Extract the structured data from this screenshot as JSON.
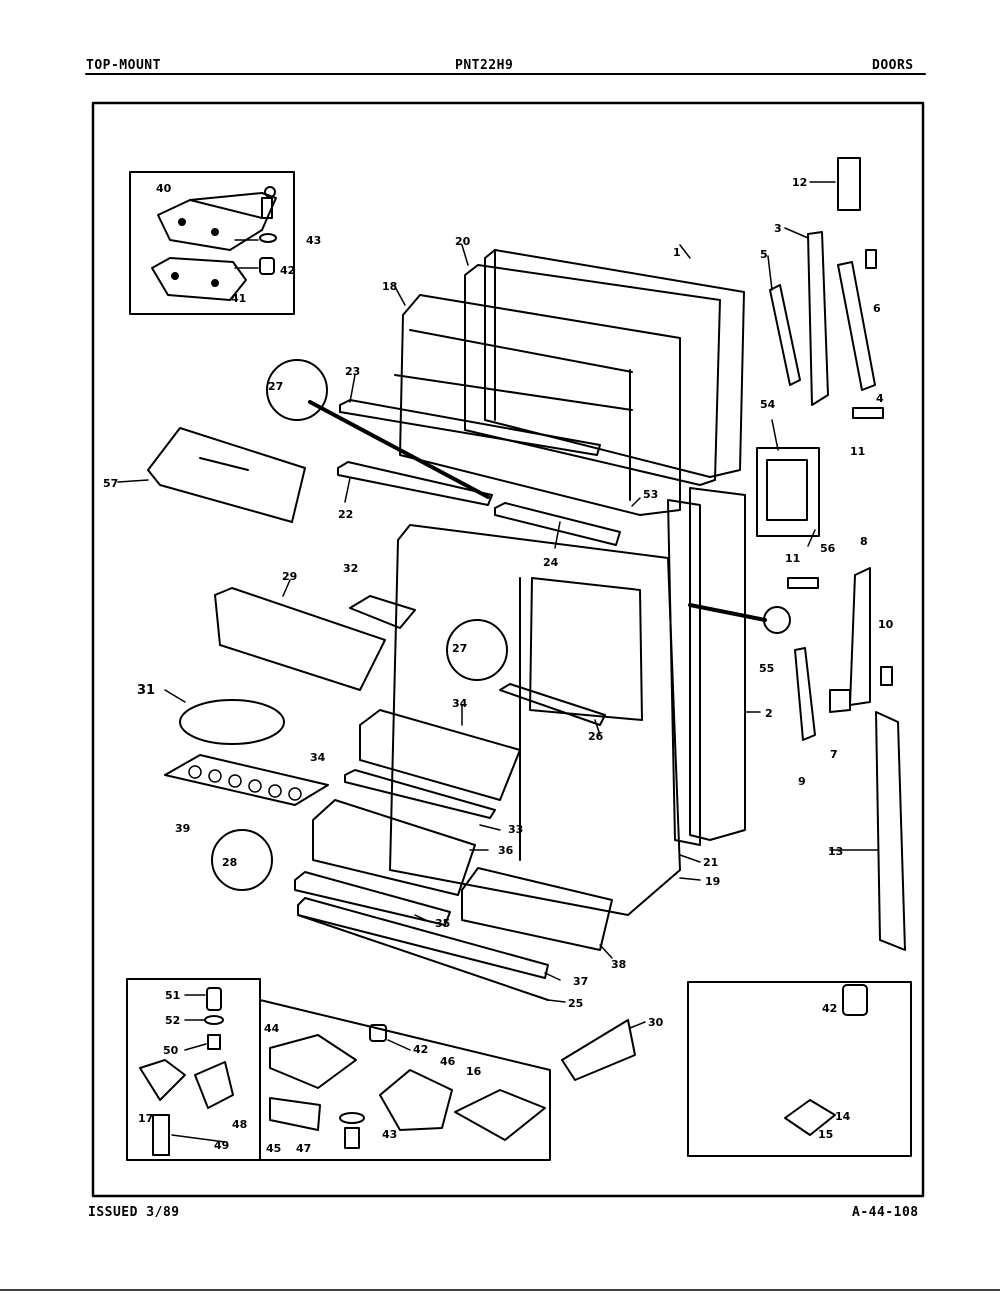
{
  "header": {
    "left": "TOP-MOUNT",
    "center": "PNT22H9",
    "right": "DOORS"
  },
  "footer": {
    "left": "ISSUED 3/89",
    "right": "A-44-108"
  },
  "callouts": {
    "c1": "1",
    "c2": "2",
    "c3": "3",
    "c4": "4",
    "c5": "5",
    "c6": "6",
    "c7": "7",
    "c8": "8",
    "c9": "9",
    "c10": "10",
    "c11a": "11",
    "c11b": "11",
    "c12": "12",
    "c13": "13",
    "c14": "14",
    "c15": "15",
    "c16": "16",
    "c17": "17",
    "c18": "18",
    "c19": "19",
    "c20": "20",
    "c21": "21",
    "c22": "22",
    "c23": "23",
    "c24": "24",
    "c25": "25",
    "c26": "26",
    "c27a": "27",
    "c27b": "27",
    "c28": "28",
    "c29": "29",
    "c30": "30",
    "c31": "31",
    "c32": "32",
    "c33": "33",
    "c34a": "34",
    "c34b": "34",
    "c35": "35",
    "c36": "36",
    "c37": "37",
    "c38": "38",
    "c39": "39",
    "c40": "40",
    "c41": "41",
    "c42a": "42",
    "c42b": "42",
    "c42c": "42",
    "c43a": "43",
    "c43b": "43",
    "c44": "44",
    "c45": "45",
    "c46": "46",
    "c47": "47",
    "c48": "48",
    "c49": "49",
    "c50": "50",
    "c51": "51",
    "c52": "52",
    "c53": "53",
    "c54": "54",
    "c55": "55",
    "c56": "56",
    "c57": "57"
  }
}
